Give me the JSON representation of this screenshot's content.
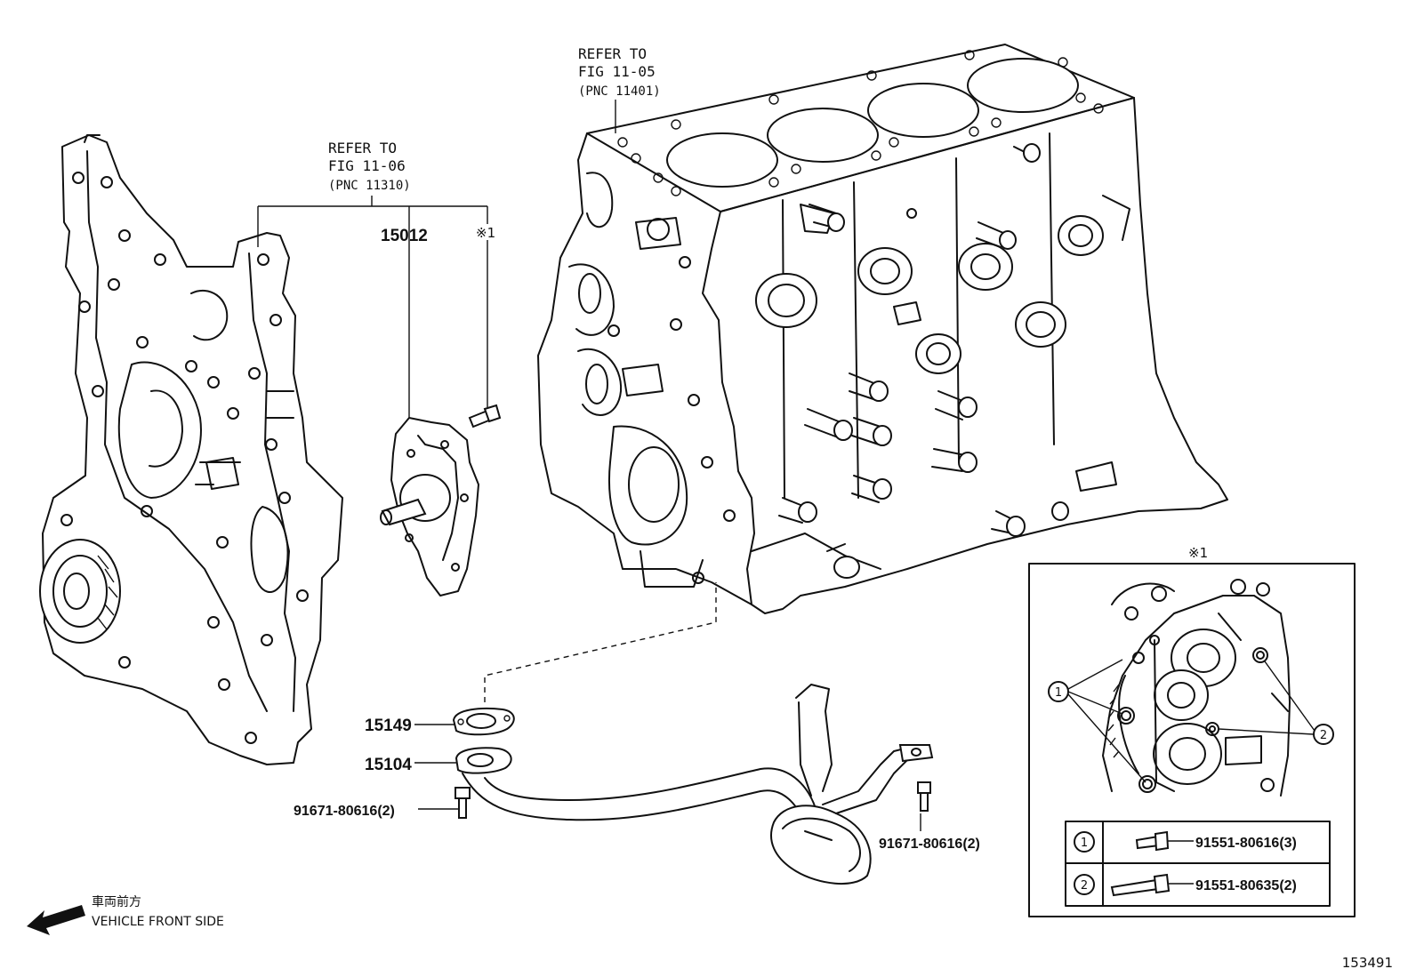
{
  "refs": {
    "block": {
      "line1": "REFER TO",
      "line2": "FIG 11-05",
      "line3": "(PNC 11401)"
    },
    "cover": {
      "line1": "REFER TO",
      "line2": "FIG 11-06",
      "line3": "(PNC 11310)"
    }
  },
  "parts": {
    "water_pump": "15012",
    "gasket": "15149",
    "oil_strainer_gasket": "15104",
    "bolt_left": "91671-80616(2)",
    "bolt_right": "91671-80616(2)"
  },
  "note_mark": "※1",
  "detail": {
    "mark": "※1",
    "callout_1": "1",
    "callout_2": "2",
    "legend": [
      {
        "num": "1",
        "part": "91551-80616(3)"
      },
      {
        "num": "2",
        "part": "91551-80635(2)"
      }
    ]
  },
  "direction": {
    "jp": "車両前方",
    "en": "VEHICLE FRONT SIDE"
  },
  "figure_id": "153491"
}
